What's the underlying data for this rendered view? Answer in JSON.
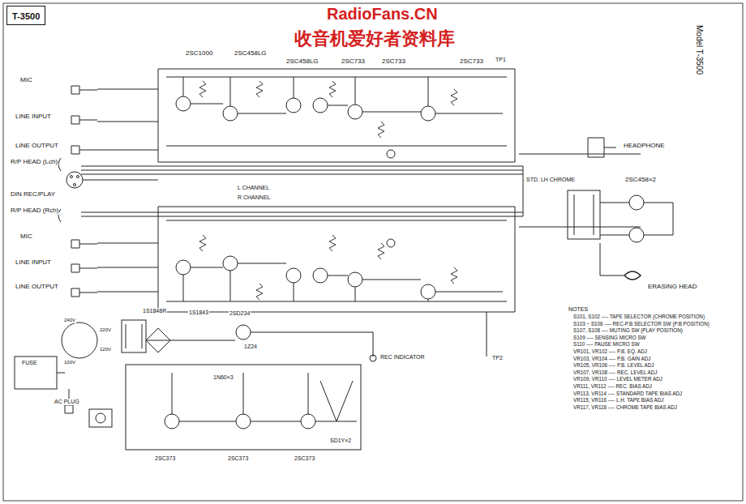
{
  "diagram": {
    "nodes": [
      {
        "text": [
          "T-3500"
        ]
      }
    ],
    "labels": [
      "RadioFans.CN",
      "收音机爱好者资料库",
      "Model T-3500",
      "2SC1000",
      "2SC458LG",
      "2SC458LG",
      "2SC733",
      "2SC733",
      "2SC733",
      "TP1",
      "MIC",
      "LINE INPUT",
      "LINE OUTPUT",
      "R/P HEAD (Lch)",
      "DIN REC/PLAY",
      "R/P HEAD (Rch)",
      "MIC",
      "LINE INPUT",
      "LINE OUTPUT",
      "HEADPHONE",
      "STD. LH CHROME",
      "L CHANNEL",
      "R CHANNEL",
      "2SC458×2",
      "ERASING HEAD",
      "NOTES",
      "S101, S102 ---- TAPE SELECTOR (CHROME POSITION)",
      "S103 ~ S106 ---- REC-P.B SELECTOR SW (P.B POSITION)",
      "S107, S108 ---- MUTING SW (PLAY POSITION)",
      "S109 ---- SENSING MICRO SW",
      "S110 ---- PAUSE MICRO SW",
      "VR101, VR102 ---- P.B. EQ. ADJ",
      "VR103, VR104 ---- P.B. GAIN ADJ",
      "VR105, VR106 ---- P.B. LEVEL ADJ",
      "VR107, VR108 ---- REC. LEVEL ADJ",
      "VR109, VR110 ---- LEVEL METER ADJ",
      "VR111, VR112 ---- REC. BIAS ADJ",
      "VR113, VR114 ---- STANDARD TAPE BIAS ADJ",
      "VR115, VR116 ---- L.H. TAPE BIAS ADJ",
      "VR117, VR118 ---- CHROME TAPE BIAS ADJ",
      "1S1848R",
      "1S1843",
      "2SD234",
      "1Z24",
      "REC INDICATOR",
      "TP2",
      "FUSE",
      "240V",
      "220V",
      "120V",
      "100V",
      "AC PLUG",
      "1N60×3",
      "SD1Y×2",
      "2SC373",
      "2SC373",
      "2SC373"
    ]
  }
}
